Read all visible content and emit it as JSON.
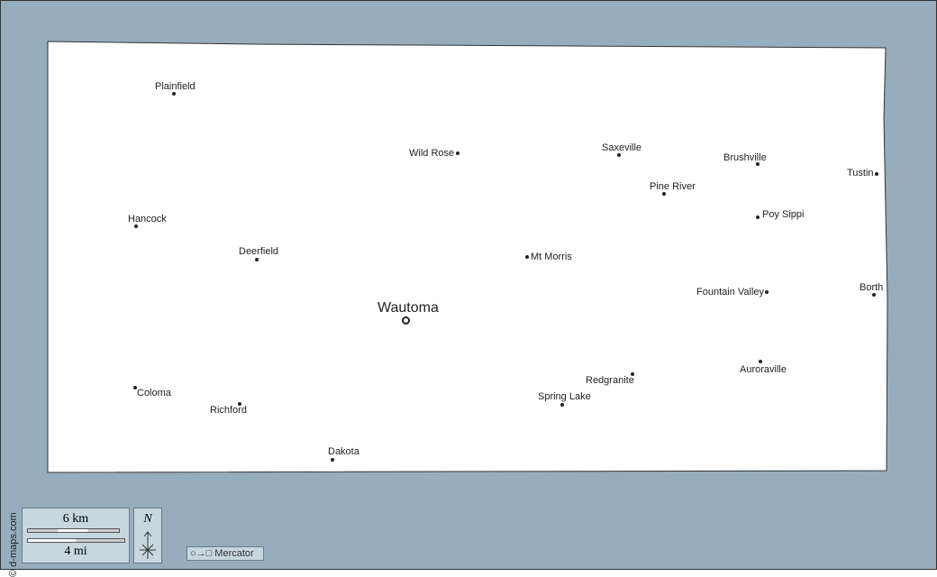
{
  "seat": {
    "name": "Wautoma"
  },
  "cities": [
    {
      "name": "Plainfield"
    },
    {
      "name": "Wild Rose"
    },
    {
      "name": "Saxeville"
    },
    {
      "name": "Brushville"
    },
    {
      "name": "Tustin"
    },
    {
      "name": "Pine River"
    },
    {
      "name": "Poy Sippi"
    },
    {
      "name": "Hancock"
    },
    {
      "name": "Deerfield"
    },
    {
      "name": "Mt Morris"
    },
    {
      "name": "Fountain Valley"
    },
    {
      "name": "Borth"
    },
    {
      "name": "Auroraville"
    },
    {
      "name": "Redgranite"
    },
    {
      "name": "Spring Lake"
    },
    {
      "name": "Coloma"
    },
    {
      "name": "Richford"
    },
    {
      "name": "Dakota"
    }
  ],
  "scale": {
    "km": "6 km",
    "mi": "4 mi"
  },
  "north": "N",
  "projection": "Mercator",
  "credit": "© d-maps.com",
  "colors": {
    "water": "#96adbd",
    "land": "#ffffff"
  }
}
